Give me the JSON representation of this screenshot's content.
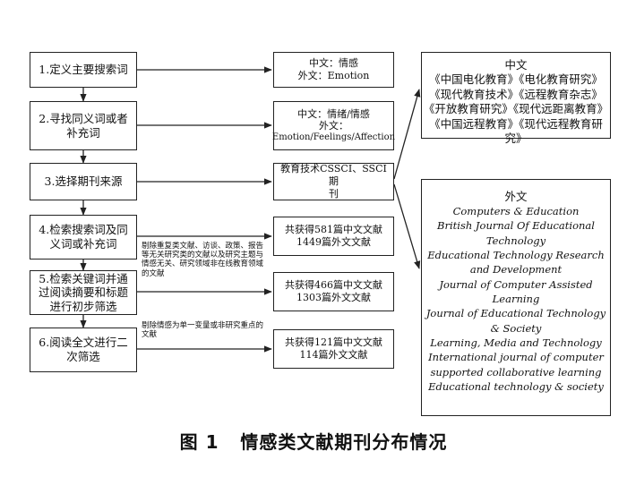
{
  "steps": [
    "1.定义主要搜索词",
    "2.寻找同义词或者补充词",
    "3.选择期刊来源",
    "4.检索搜索词及同义词或补充词",
    "5.检索关键词并通过阅读摘要和标题进行初步筛选",
    "6.阅读全文进行二次筛选"
  ],
  "results": [
    [
      "中文：情感",
      "外文：Emotion"
    ],
    [
      "中文：情绪/情感",
      "外文：",
      "Emotion/Feelings/Affection"
    ],
    [
      "教育技术CSSCI、SSCI期",
      "刊"
    ],
    [
      "共获得581篇中文文献",
      "1449篇外文文献"
    ],
    [
      "共获得466篇中文文献",
      "1303篇外文文献"
    ],
    [
      "共获得121篇中文文献",
      "114篇外文文献"
    ]
  ],
  "notes": {
    "exclusion_1": "剔除重复类文献、访谈、政策、报告等无关研究类的文献以及研究主题与情感无关、研究领域非在线教育领域的文献",
    "exclusion_2": "剔除情感为单一变量或非研究重点的文献"
  },
  "chinese_journals": {
    "heading": "中文",
    "items": [
      "《中国电化教育》《电化教育研究》",
      "《现代教育技术》《远程教育杂志》",
      "《开放教育研究》《现代远距离教育》",
      "《中国远程教育》《现代远程教育研究》"
    ]
  },
  "foreign_journals": {
    "heading": "外文",
    "items": [
      "Computers & Education",
      "British Journal Of Educational",
      "Technology",
      "Educational Technology Research",
      "and Development",
      "Journal of Computer Assisted",
      "Learning",
      "Journal of Educational Technology",
      "& Society",
      "Learning, Media and Technology",
      "International journal of computer",
      "supported collaborative learning",
      "Educational technology & society"
    ]
  },
  "caption": "图 1   情感类文献期刊分布情况"
}
